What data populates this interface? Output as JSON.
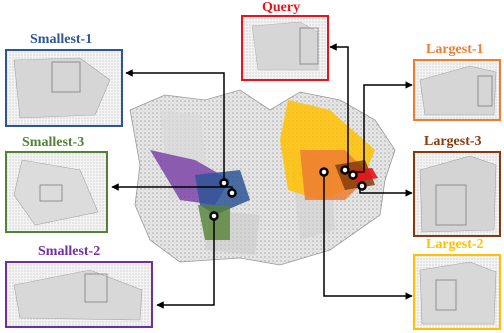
{
  "labels": {
    "query": "Query",
    "smallest_1": "Smallest-1",
    "smallest_2": "Smallest-2",
    "smallest_3": "Smallest-3",
    "largest_1": "Largest-1",
    "largest_2": "Largest-2",
    "largest_3": "Largest-3"
  },
  "colors": {
    "query": "#e8141c",
    "smallest_1": "#2f5597",
    "smallest_2": "#7030a0",
    "smallest_3": "#548235",
    "largest_1": "#ed7d31",
    "largest_2": "#ffc000",
    "largest_3": "#843c0c",
    "arrow": "#000000",
    "point_cloud": "#bdbdbd"
  }
}
